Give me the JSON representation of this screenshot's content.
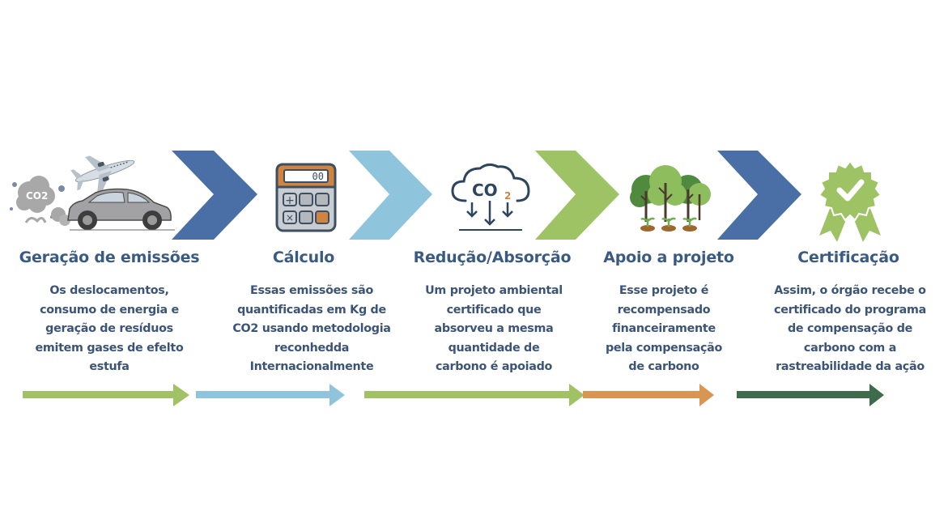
{
  "colors": {
    "chevron_blue": "#4a6ea6",
    "chevron_light_blue": "#8fc4dd",
    "chevron_green": "#9ec364",
    "heading": "#3a5a86",
    "text": "#3b5478",
    "arrow_green": "#a0c265",
    "arrow_light_blue": "#8fc4dc",
    "arrow_orange": "#d99552",
    "arrow_dark_green": "#3e6b4b"
  },
  "icons": {
    "step1": "emissions-car-plane-icon",
    "step2": "calculator-icon",
    "step3": "co2-cloud-absorption-icon",
    "step4": "trees-seedlings-icon",
    "step5": "certificate-badge-icon",
    "step1_co2_text": "CO2",
    "calc_display": "00",
    "cloud_text": "CO",
    "cloud_sub": "2"
  },
  "steps": [
    {
      "title": "Geração de emissões",
      "lines": [
        "Os deslocamentos,",
        "consumo de energia e",
        "geração de resíduos",
        "emitem gases de efelto",
        "estufa"
      ]
    },
    {
      "title": "Cálculo",
      "lines": [
        "Essas emissões são",
        "quantificadas em Kg de",
        "CO2 usando metodologia",
        "reconhedda",
        "Internacionalmente"
      ]
    },
    {
      "title": "Redução/Absorção",
      "lines": [
        "Um projeto ambiental",
        "certificado que",
        "absorveu a mesma",
        "quantidade de",
        "carbono é apoiado"
      ]
    },
    {
      "title": "Apoio a projeto",
      "lines": [
        "Esse projeto é",
        "recompensado",
        "financeiramente",
        "pela compensação",
        "de carbono"
      ]
    },
    {
      "title": "Certificação",
      "lines": [
        "Assim, o órgão recebe o",
        "certificado do programa",
        "de compensação de",
        "carbono com a",
        "rastreabilidade da ação"
      ]
    }
  ]
}
